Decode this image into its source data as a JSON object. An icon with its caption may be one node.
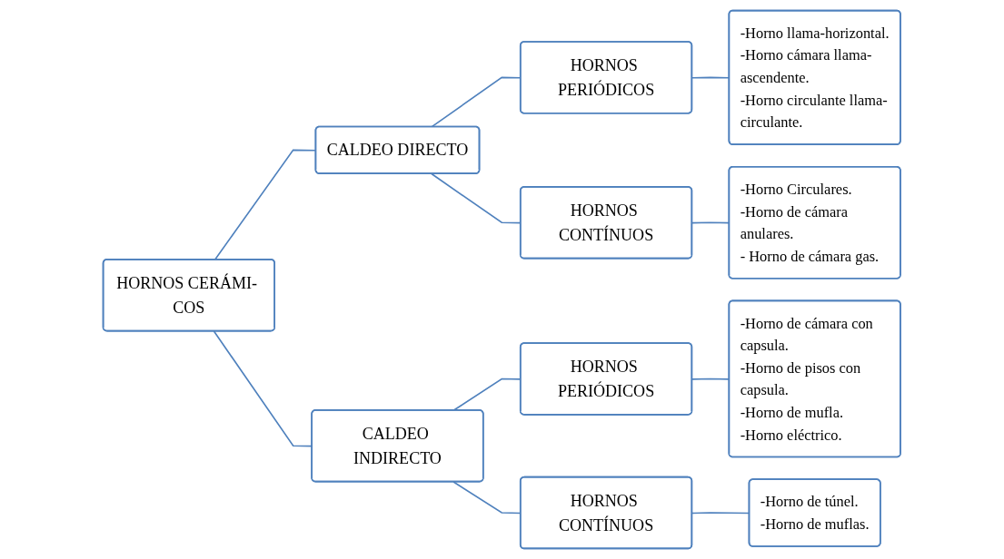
{
  "diagram": {
    "nodes": [
      {
        "text": [
          "HORNOS CERÁMI- COS"
        ]
      },
      {
        "text": [
          "CALDEO DIRECTO"
        ]
      },
      {
        "text": [
          "HORNOS PERIÓDICOS"
        ]
      },
      {
        "text": [
          "-Horno llama-horizontal.",
          "-Horno cámara llama- ascendente.",
          "-Horno circulante llama-circulante."
        ]
      },
      {
        "text": [
          "HORNOS CONTÍNUOS"
        ]
      },
      {
        "text": [
          "-Horno Circulares.",
          "-Horno de cámara anulares.",
          "- Horno de cámara gas."
        ]
      },
      {
        "text": [
          "CALDEO INDIRECTO"
        ]
      },
      {
        "text": [
          "HORNOS PERIÓDICOS"
        ]
      },
      {
        "text": [
          "-Horno de cámara con capsula.",
          "-Horno de pisos con capsula.",
          "-Horno de mufla.",
          "-Horno eléctrico."
        ]
      },
      {
        "text": [
          "HORNOS CONTÍNUOS"
        ]
      },
      {
        "text": [
          "-Horno de túnel.",
          "-Horno de muflas."
        ]
      }
    ],
    "edges": [
      {
        "from": 0,
        "to": 1,
        "arrow": "none"
      },
      {
        "from": 0,
        "to": 6,
        "arrow": "none"
      },
      {
        "from": 1,
        "to": 2,
        "arrow": "none"
      },
      {
        "from": 1,
        "to": 4,
        "arrow": "none"
      },
      {
        "from": 2,
        "to": 3,
        "arrow": "none"
      },
      {
        "from": 4,
        "to": 5,
        "arrow": "none"
      },
      {
        "from": 6,
        "to": 7,
        "arrow": "none"
      },
      {
        "from": 6,
        "to": 9,
        "arrow": "none"
      },
      {
        "from": 7,
        "to": 8,
        "arrow": "none"
      },
      {
        "from": 9,
        "to": 10,
        "arrow": "none"
      }
    ]
  }
}
